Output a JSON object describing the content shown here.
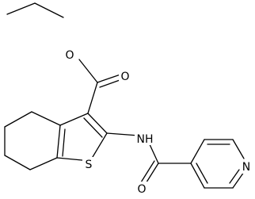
{
  "structure": {
    "atoms": {
      "ester_o_single": "O",
      "ester_o_double": "O",
      "amide_nh": "NH",
      "thiophene_s": "S",
      "amide_o": "O",
      "pyridine_n": "N"
    }
  }
}
